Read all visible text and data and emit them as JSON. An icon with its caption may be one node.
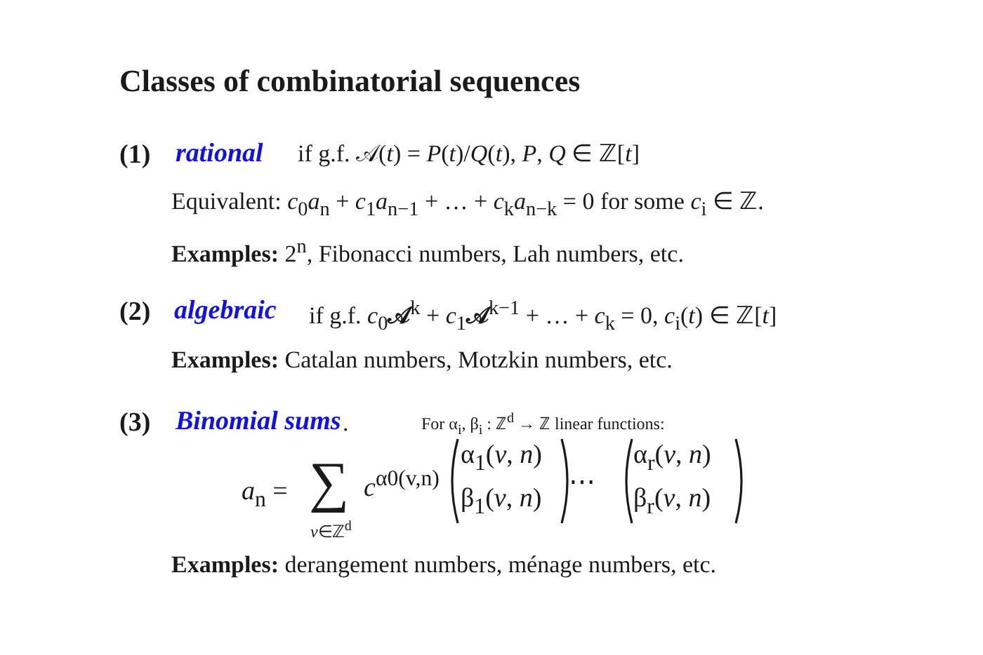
{
  "diagram": {
    "title": "Classes of combinatorial sequences",
    "labels": [
      "(1)",
      "rational",
      "if g.f. 𝒜(*t*) = *P*(*t*)/*Q*(*t*),   *P*, *Q* ∈ ℤ[*t*]",
      "Equivalent:  *c*$_{0}$*a*$_{n}$ + *c*$_{1}$*a*$_{n−1}$ + … + *c*$_{k}$*a*$_{n−k}$ = 0 for some *c*$_{i}$ ∈ ℤ.",
      "**Examples:**  2$^{n}$, Fibonacci numbers, Lah numbers, etc.",
      "(2)",
      "algebraic",
      "if g.f. *c*$_{0}$**𝒜**$^{k}$ + *c*$_{1}$**𝒜**$^{k−1}$ + … + *c*$_{k}$ = 0,   *c*$_{i}$(*t*) ∈ ℤ[*t*]",
      "**Examples:**  Catalan numbers, Motzkin numbers, etc.",
      "(3)",
      "Binomial sums",
      ".",
      "For α$_{i}$, β$_{i}$ : ℤ$^{d}$ → ℤ linear functions:",
      "*a*$_{n}$ =",
      "∑",
      "*v*∈ℤ$^{d}$",
      "*c*$^{α0(v,n)}$",
      "α$_{1}$(*v*, *n*)",
      "β$_{1}$(*v*, *n*)",
      "⋯",
      "α$_{r}$(*v*, *n*)",
      "β$_{r}$(*v*, *n*)",
      "**Examples:**  derangement numbers, ménage numbers, etc."
    ]
  }
}
